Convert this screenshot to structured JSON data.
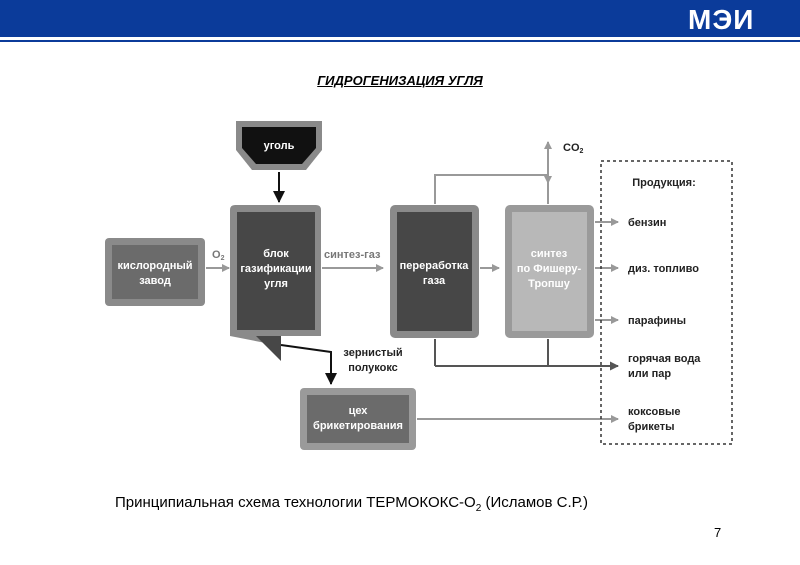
{
  "header": {
    "logo_text": "МЭИ"
  },
  "slide": {
    "title": "ГИДРОГЕНИЗАЦИЯ УГЛЯ",
    "caption_main": "Принципиальная схема технологии ТЕРМОКОКС-О",
    "caption_sub": "2",
    "caption_tail": " (Исламов С.Р.)",
    "page_number": "7"
  },
  "diagram": {
    "coal": "уголь",
    "oxygen_plant": [
      "кислородный",
      "завод"
    ],
    "o2_label": "O",
    "o2_sub": "2",
    "gasification": [
      "блок",
      "газификации",
      "угля"
    ],
    "syngas_label": "синтез-газ",
    "gas_processing": [
      "переработка",
      "газа"
    ],
    "fischer_tropsch": [
      "синтез",
      "по Фишеру-",
      "Тропшу"
    ],
    "co2_label": "CO",
    "co2_sub": "2",
    "semicoke": [
      "зернистый",
      "полукокс"
    ],
    "briquetting": [
      "цех",
      "брикетирования"
    ],
    "products_title": "Продукция:",
    "products": [
      "бензин",
      "диз. топливо",
      "парафины"
    ],
    "hot_water": [
      "горячая вода",
      "или пар"
    ],
    "coke_briquettes": [
      "коксовые",
      "брикеты"
    ]
  }
}
